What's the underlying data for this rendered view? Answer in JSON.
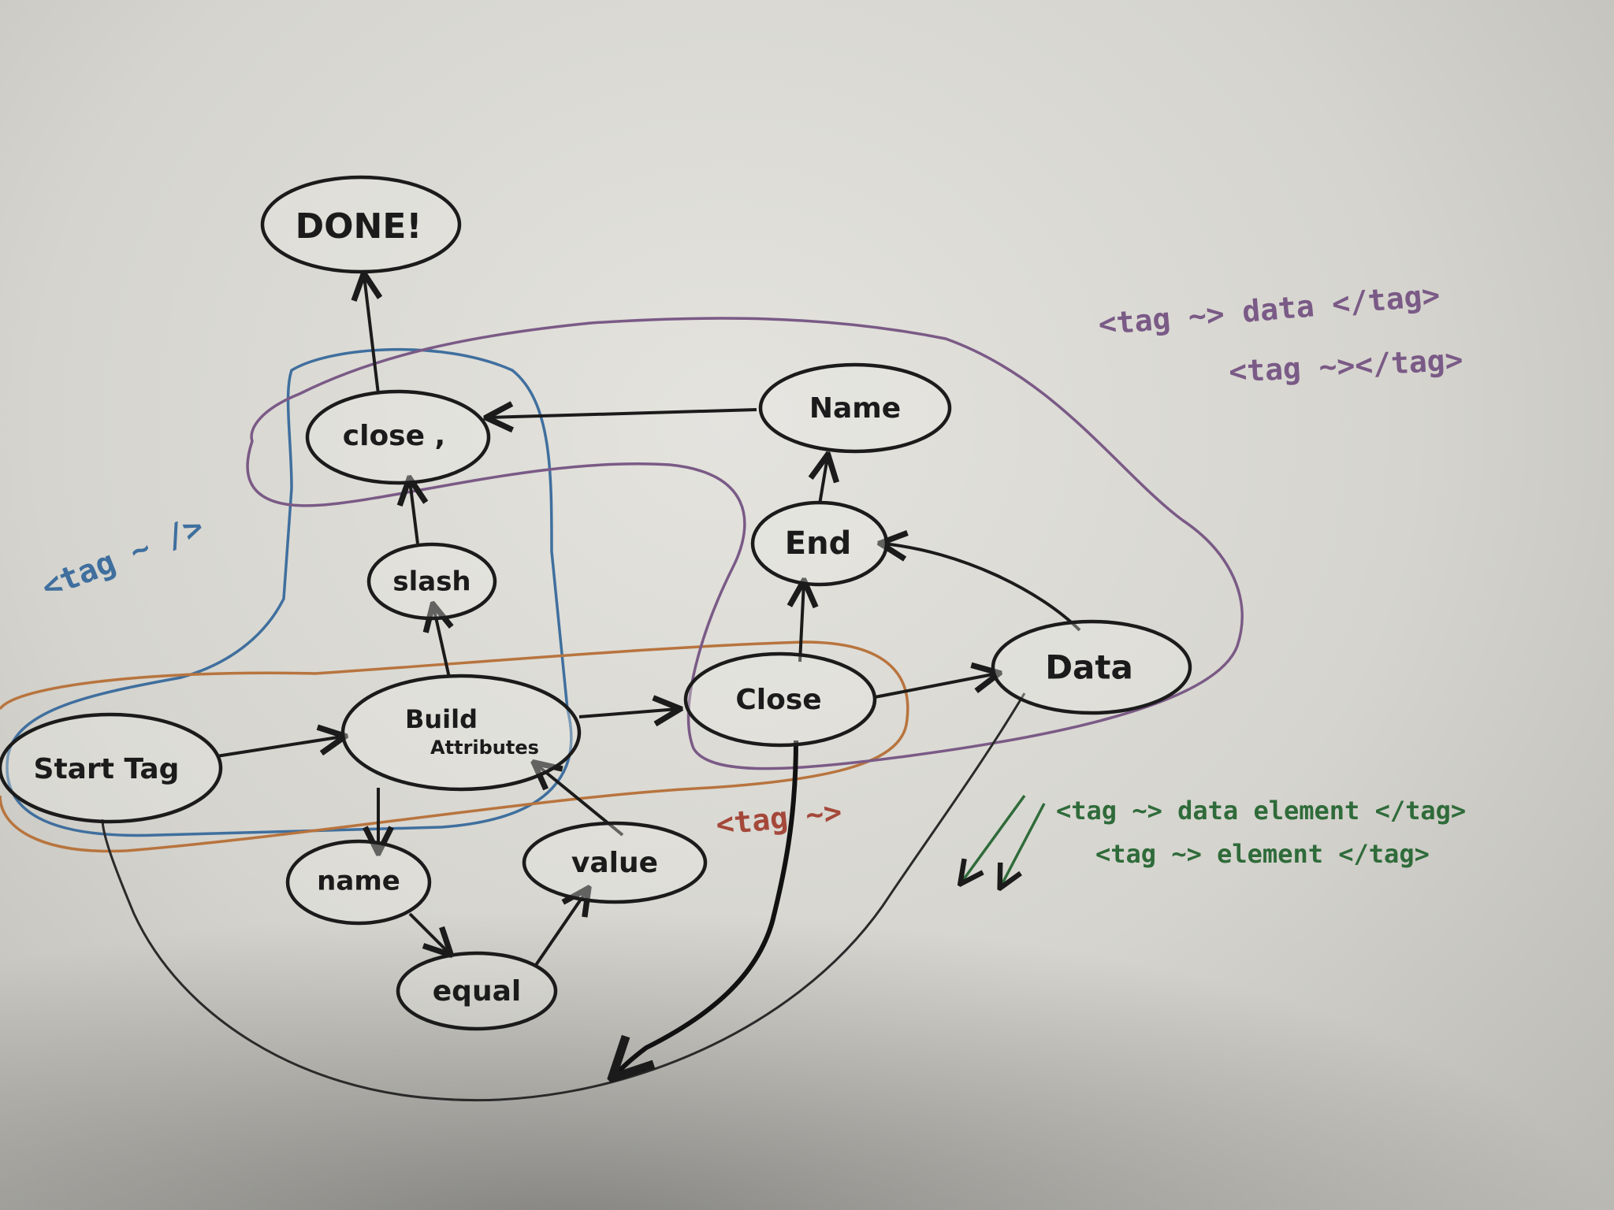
{
  "nodes": {
    "done": "DONE!",
    "close_top": "close ,",
    "slash": "slash",
    "name_top": "Name",
    "end": "End",
    "data": "Data",
    "close_mid": "Close",
    "build_line1": "Build",
    "build_line2": "Attributes",
    "start_tag": "Start Tag",
    "name_bottom": "name",
    "equal": "equal",
    "value": "value"
  },
  "annotations": {
    "blue": "<tag ~ />",
    "orange": "<tag ~>",
    "purple_line1": "<tag ~> data </tag>",
    "purple_line2": "<tag ~></tag>",
    "green_line1": "<tag ~> data element </tag>",
    "green_line2": "<tag ~> element </tag>"
  },
  "colors": {
    "ink": "#1b1b1b",
    "blue": "#3f6f9e",
    "orange": "#b8743e",
    "purple": "#7a5a86",
    "green": "#2f6b3a",
    "red": "#a4483a"
  }
}
